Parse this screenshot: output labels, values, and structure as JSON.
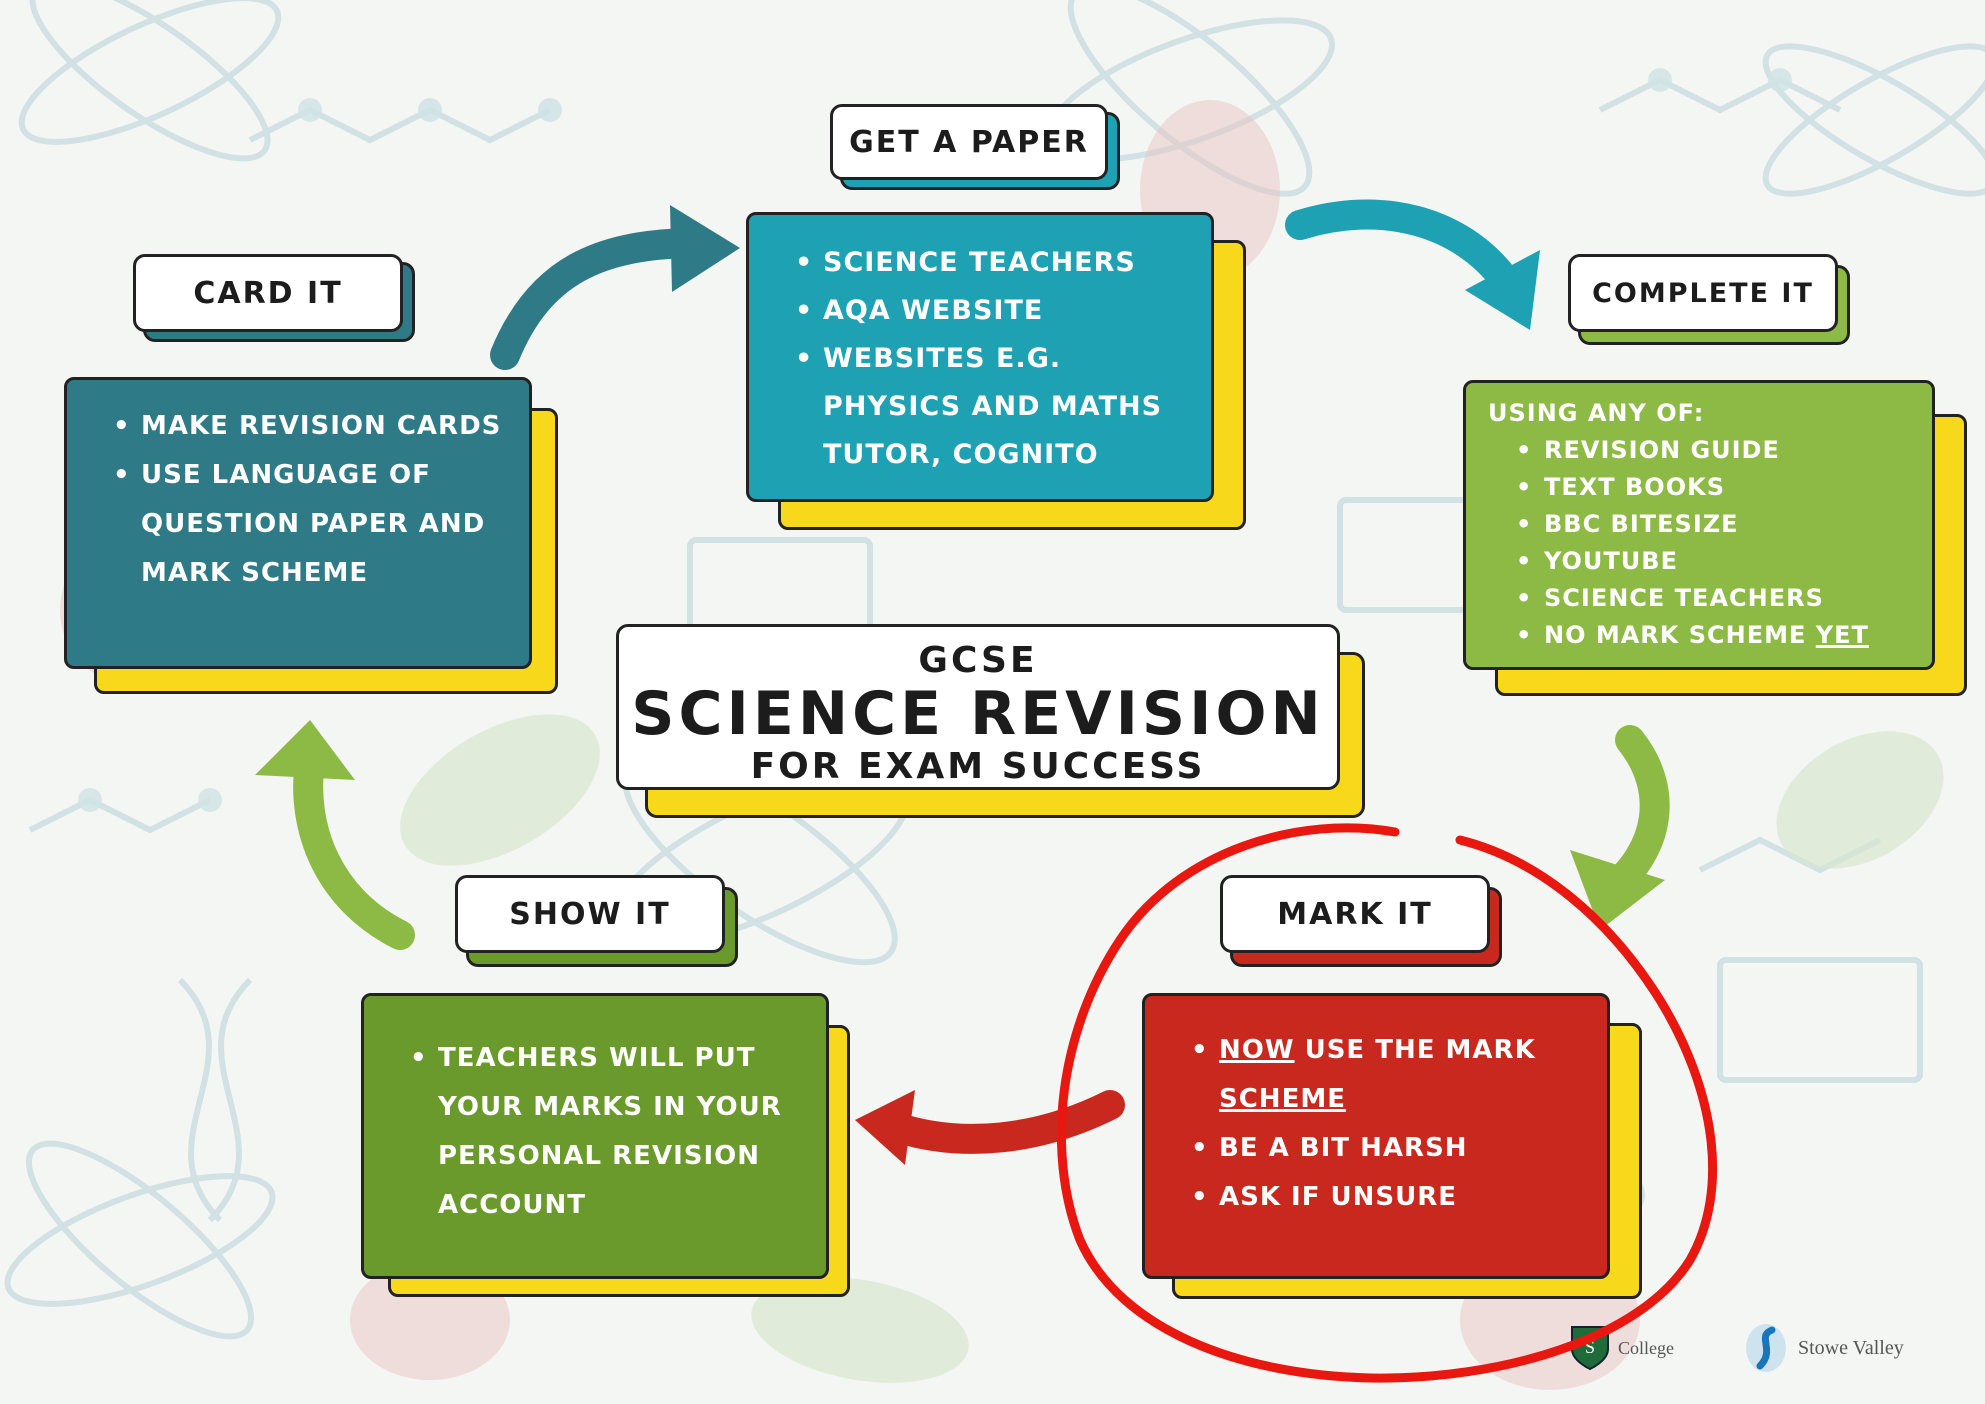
{
  "centre": {
    "line1": "GCSE",
    "line2": "SCIENCE REVISION",
    "line3": "FOR EXAM SUCCESS"
  },
  "steps": {
    "get_paper": {
      "label": "GET A PAPER",
      "items": [
        "SCIENCE TEACHERS",
        "AQA WEBSITE",
        "WEBSITES E.G. PHYSICS AND MATHS TUTOR, COGNITO"
      ],
      "color": "#1da1b3"
    },
    "card_it": {
      "label": "CARD IT",
      "items": [
        "MAKE REVISION CARDS",
        "USE LANGUAGE OF QUESTION PAPER AND MARK SCHEME"
      ],
      "color": "#2e7a86"
    },
    "complete_it": {
      "label": "COMPLETE IT",
      "intro": "USING ANY OF:",
      "items": [
        "REVISION GUIDE",
        "TEXT BOOKS",
        "BBC BITESIZE",
        "YOUTUBE",
        "SCIENCE TEACHERS"
      ],
      "last_item_prefix": "NO MARK SCHEME ",
      "last_item_underlined": "YET",
      "color": "#8dba45"
    },
    "mark_it": {
      "label": "MARK IT",
      "item1_underlined": "NOW",
      "item1_rest": " USE THE MARK ",
      "item1_underlined2": "SCHEME",
      "items": [
        "BE A BIT HARSH",
        "ASK IF UNSURE"
      ],
      "color": "#c8281e"
    },
    "show_it": {
      "label": "SHOW IT",
      "items": [
        "TEACHERS WILL PUT YOUR MARKS IN YOUR PERSONAL REVISION ACCOUNT"
      ],
      "color": "#6b9a2c"
    }
  },
  "logos": {
    "left_text": "College",
    "right_text": "Stowe Valley"
  },
  "colors": {
    "yellow_shadow": "#f7d81a",
    "annotation_red": "#e8170f",
    "arrow_teal": "#2e7a86",
    "arrow_cyan": "#1da1b3",
    "arrow_green": "#8dba45",
    "arrow_red": "#c8281e"
  }
}
